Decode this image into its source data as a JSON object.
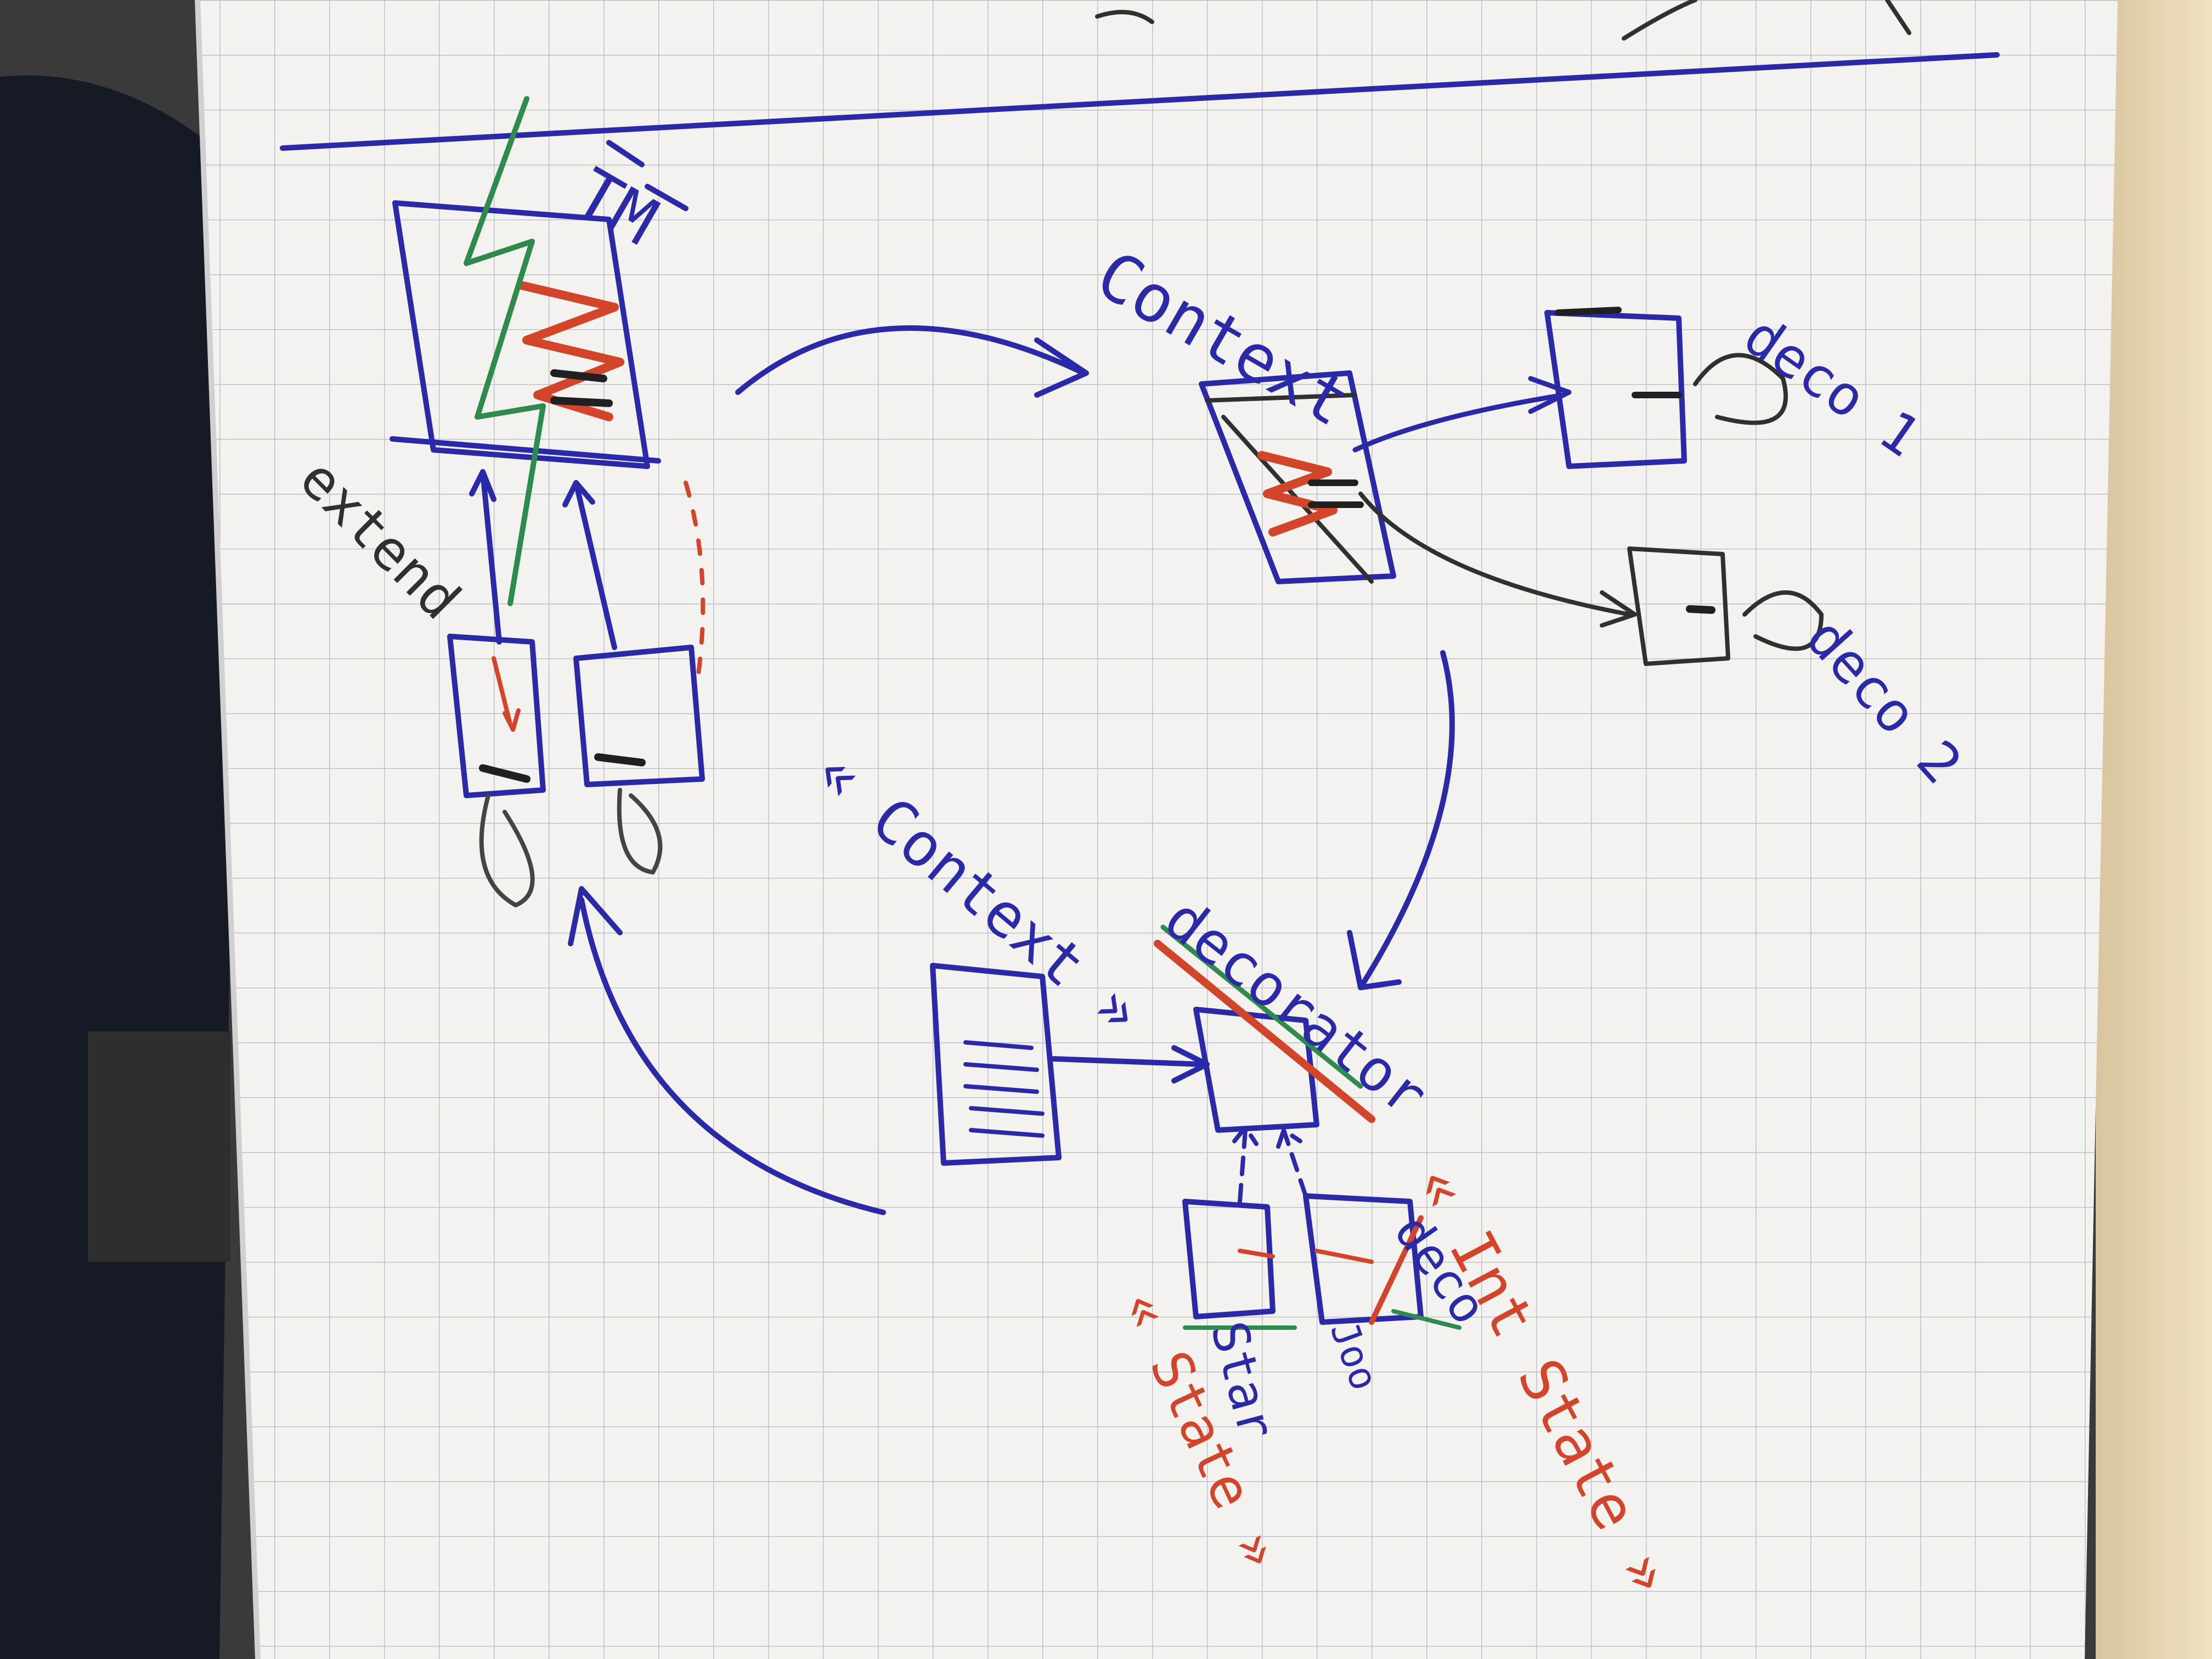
{
  "photo": {
    "subject": "whiteboard-sketch",
    "colors": {
      "paper": "#f3f2ee",
      "grid": "#b9bcc4",
      "wall": "#e9d9b7",
      "marker_blue": "#2a2aa8",
      "marker_dark": "#303030",
      "marker_red": "#d2452a",
      "marker_green": "#2f8a4e"
    }
  },
  "labels": {
    "tm": "TM",
    "extend": "extend",
    "context": "Context",
    "deco1": "deco 1",
    "deco2": "deco 2",
    "context_stereotype": "« Context »",
    "decorator": "decorator",
    "int_state": "« Int State »",
    "state": "« State »",
    "star": "Star",
    "deco": "deco",
    "small_label": "Joo"
  }
}
